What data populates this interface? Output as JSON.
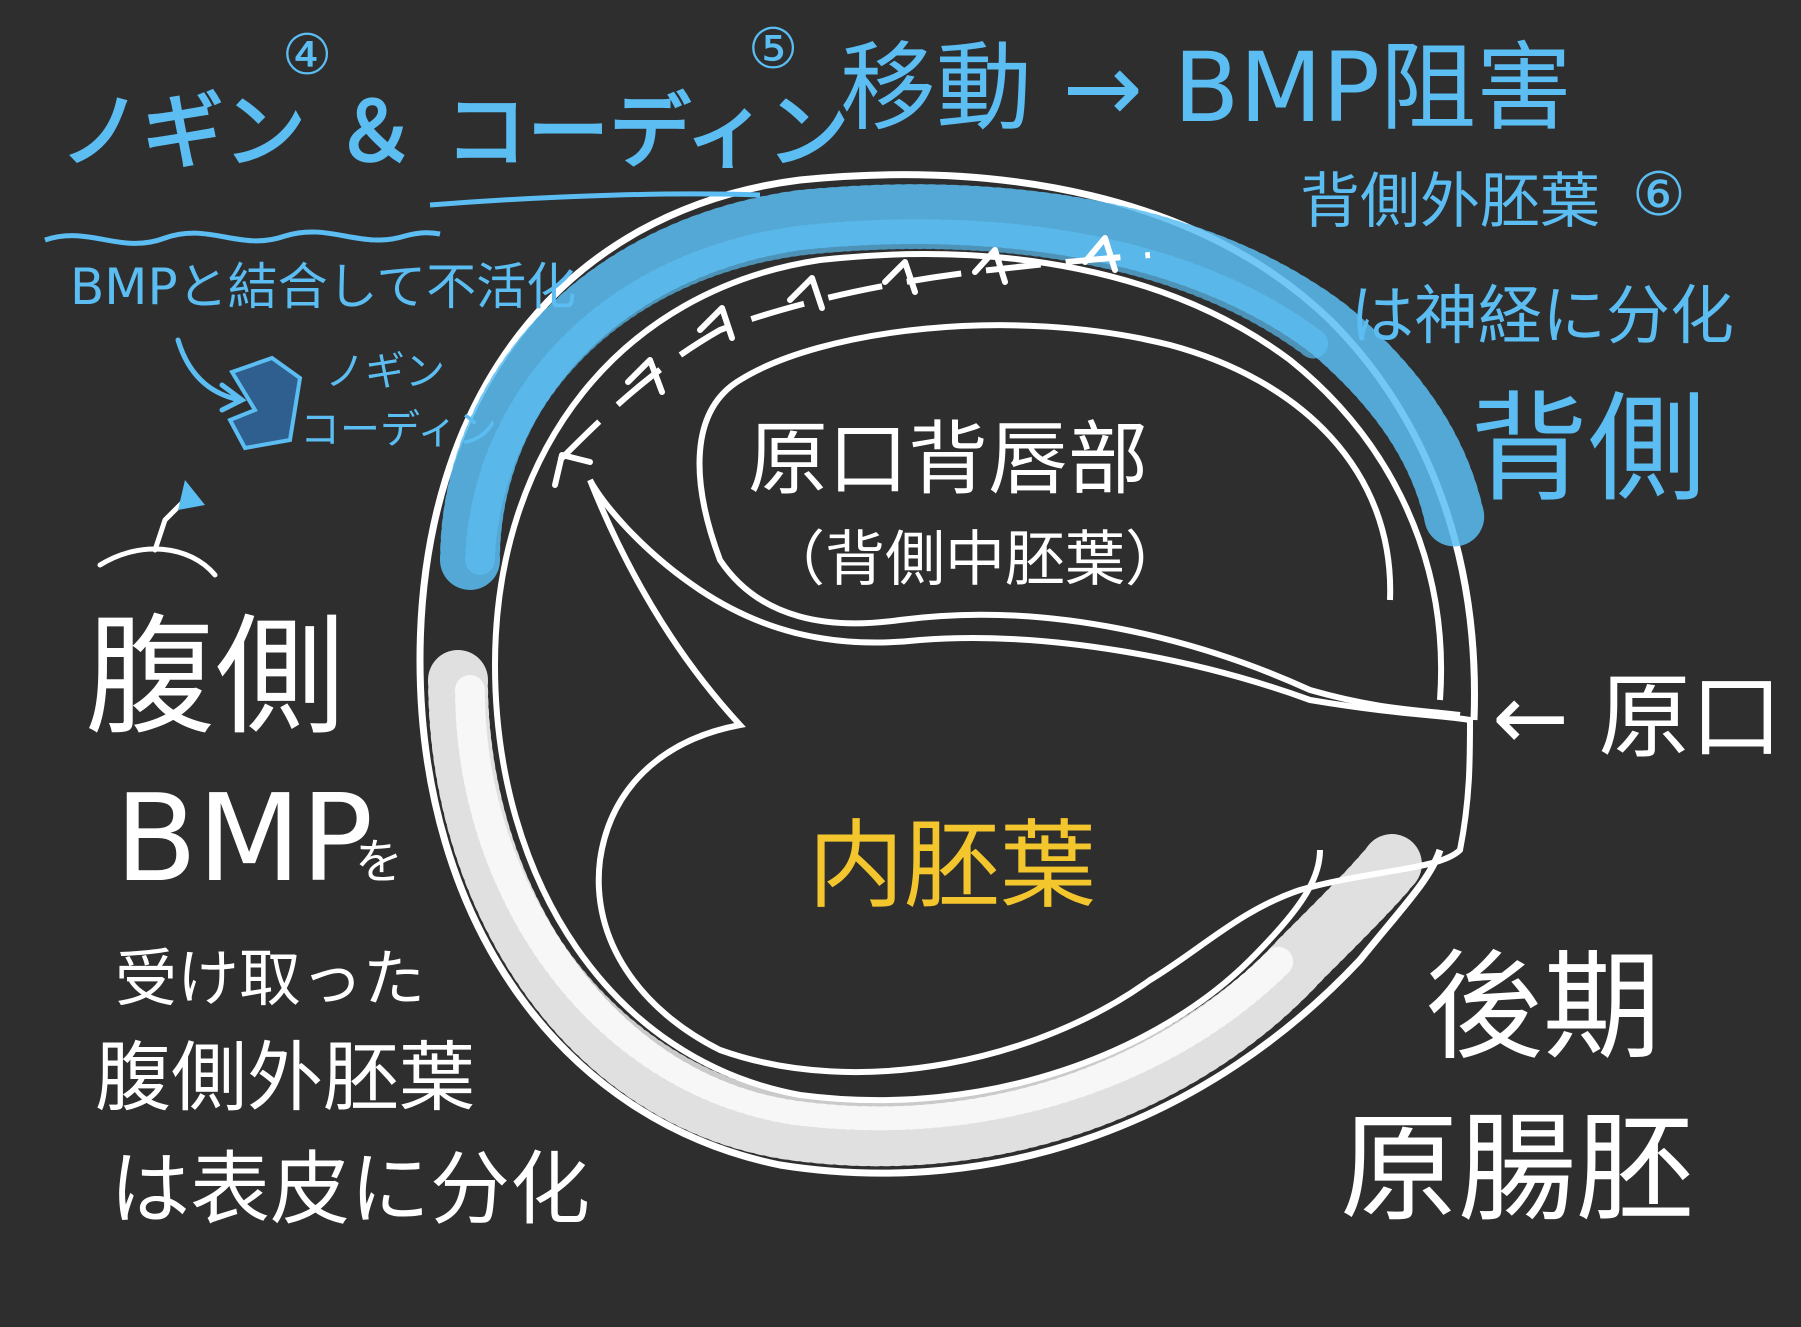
{
  "top": {
    "circled_4": "④",
    "circled_5": "⑤",
    "noggin_chordin": "ノギン ＆ コーディン",
    "migration": "移動 → BMP阻害"
  },
  "note_left": {
    "binding": "BMPと結合して不活化",
    "pair_line1": "ノギン",
    "pair_line2": "コーディン"
  },
  "right": {
    "dorsal_ecto": "背側外胚葉",
    "circled_6": "⑥",
    "neural": "は神経に分化",
    "dorsal": "背側",
    "blastopore": "← 原口",
    "late_line1": "後期",
    "late_line2": "原腸胚"
  },
  "left": {
    "ventral": "腹側",
    "bmp": "BMP",
    "wo": "を",
    "received": "受け取った",
    "ventral_ecto": "腹側外胚葉",
    "epidermis": "は表皮に分化"
  },
  "inner": {
    "dorsal_lip": "原口背唇部",
    "dorsal_meso": "（背側中胚葉）",
    "endoderm": "内胚葉"
  },
  "colors": {
    "background": "#2e2e2e",
    "blue": "#5bbdf2",
    "white": "#ffffff",
    "yellow": "#f3c62d",
    "molecule": "#2f5f8f"
  }
}
